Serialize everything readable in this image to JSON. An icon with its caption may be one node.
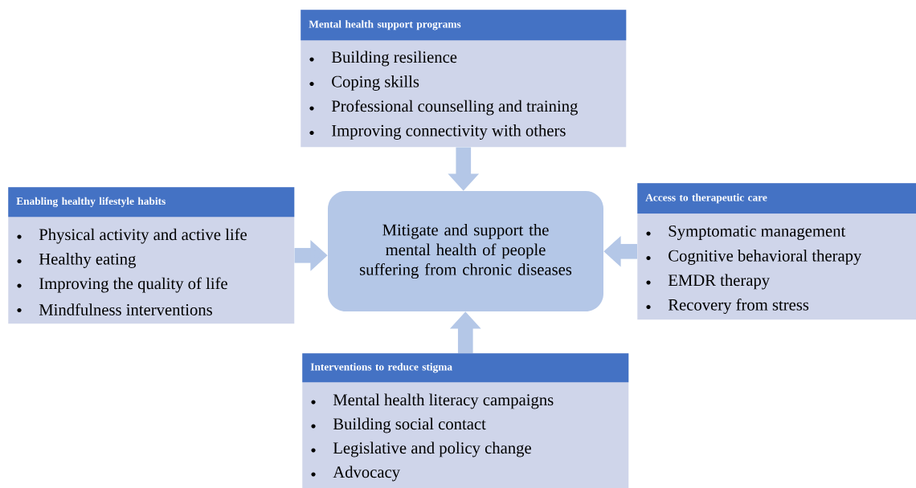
{
  "diagram": {
    "nodes": [
      {
        "text": [
          "Mental health support programs",
          "Building resilience",
          "Coping skills",
          "Professional counselling and training",
          "Improving connectivity with others"
        ]
      },
      {
        "text": [
          "Enabling healthy lifestyle habits",
          "Physical activity and active life",
          "Healthy eating",
          "Improving the quality of life",
          "Mindfulness interventions"
        ]
      },
      {
        "text": [
          "Mitigate and support the mental health of people suffering from chronic diseases"
        ]
      },
      {
        "text": [
          "Access to therapeutic care",
          "Symptomatic management",
          "Cognitive behavioral therapy",
          "EMDR therapy",
          "Recovery from stress"
        ]
      },
      {
        "text": [
          "Interventions to reduce stigma",
          "Mental health literacy campaigns",
          "Building social contact",
          "Legislative and policy change",
          "Advocacy"
        ]
      }
    ],
    "edges": [
      {
        "from": 0,
        "to": 2,
        "arrow": "to"
      },
      {
        "from": 1,
        "to": 2,
        "arrow": "to"
      },
      {
        "from": 3,
        "to": 2,
        "arrow": "to"
      },
      {
        "from": 4,
        "to": 2,
        "arrow": "to"
      }
    ]
  }
}
